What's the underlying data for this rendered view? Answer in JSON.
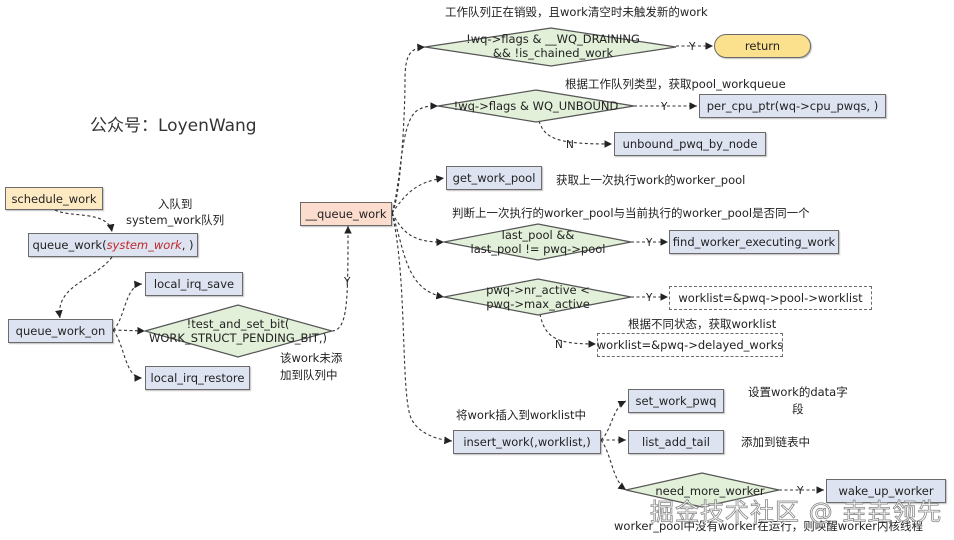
{
  "brand": "公众号：LoyenWang",
  "colors": {
    "process_box": "#dde3f0",
    "entry_box": "#fdeac2",
    "core_box": "#fbdccd",
    "decision": "#e2efd9",
    "terminal": "#fbe08e",
    "highlight_text": "#c0282a"
  },
  "nodes": {
    "schedule_work": "schedule_work",
    "queue_work_prefix": "queue_work(",
    "queue_work_arg": "system_work",
    "queue_work_suffix": ", )",
    "queue_work_on": "queue_work_on",
    "local_irq_save": "local_irq_save",
    "local_irq_restore": "local_irq_restore",
    "test_and_set_bit_l1": "!test_and_set_bit(",
    "test_and_set_bit_l2": "WORK_STRUCT_PENDING_BIT,)",
    "queue_work_core": "__queue_work",
    "draining_l1": "!wq->flags & __WQ_DRAINING",
    "draining_l2": "&& !is_chained_work",
    "return": "return",
    "unbound_check": "!wq->flags & WQ_UNBOUND",
    "per_cpu_ptr": "per_cpu_ptr(wq->cpu_pwqs, )",
    "unbound_pwq_by_node": "unbound_pwq_by_node",
    "get_work_pool": "get_work_pool",
    "last_pool_l1": "last_pool &&",
    "last_pool_l2": "last_pool != pwq->pool",
    "find_worker_executing_work": "find_worker_executing_work",
    "nr_active_l1": "pwq->nr_active <",
    "nr_active_l2": "pwq->max_active",
    "worklist_pool": "worklist=&pwq->pool->worklist",
    "worklist_delayed": "worklist=&pwq->delayed_works",
    "insert_work": "insert_work(,worklist,)",
    "set_work_pwq": "set_work_pwq",
    "list_add_tail": "list_add_tail",
    "need_more_worker": "need_more_worker",
    "wake_up_worker": "wake_up_worker"
  },
  "edge_labels": {
    "yes": "Y",
    "no": "N"
  },
  "notes": {
    "enqueue_l1": "入队到",
    "enqueue_l2": "system_work队列",
    "not_added_l1": "该work未添",
    "not_added_l2": "加到队列中",
    "draining": "工作队列正在销毁，且work清空时未触发新的work",
    "pwq_type": "根据工作队列类型，获取pool_workqueue",
    "get_pool": "获取上一次执行work的worker_pool",
    "same_pool": "判断上一次执行的worker_pool与当前执行的worker_pool是否同一个",
    "worklist_state": "根据不同状态，获取worklist",
    "insert": "将work插入到worklist中",
    "set_data_l1": "设置work的data字",
    "set_data_l2": "段",
    "add_list": "添加到链表中",
    "wake": "worker_pool中没有worker在运行，则唤醒worker内核线程"
  },
  "watermark": "掘金技术社区 @ 垚垚领先"
}
